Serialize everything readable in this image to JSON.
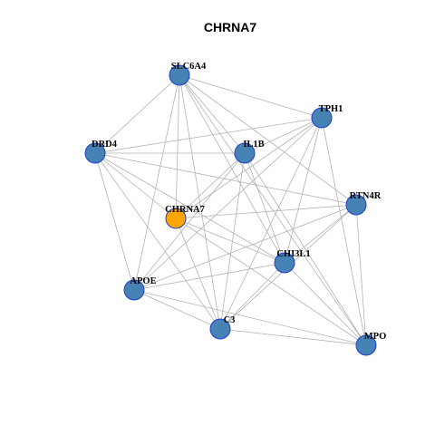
{
  "title": "CHRNA7",
  "colors": {
    "node_default": "#4682b4",
    "node_highlight": "#ffa500",
    "node_border": "#1f3fcc",
    "edge": "#b3b3b3"
  },
  "nodes": [
    {
      "id": "SLC6A4",
      "label": "SLC6A4",
      "highlight": false
    },
    {
      "id": "TPH1",
      "label": "TPH1",
      "highlight": false
    },
    {
      "id": "DRD4",
      "label": "DRD4",
      "highlight": false
    },
    {
      "id": "IL1B",
      "label": "IL1B",
      "highlight": false
    },
    {
      "id": "RTN4R",
      "label": "RTN4R",
      "highlight": false
    },
    {
      "id": "CHRNA7",
      "label": "CHRNA7",
      "highlight": true
    },
    {
      "id": "CHI3L1",
      "label": "CHI3L1",
      "highlight": false
    },
    {
      "id": "APOE",
      "label": "APOE",
      "highlight": false
    },
    {
      "id": "C3",
      "label": "C3",
      "highlight": false
    },
    {
      "id": "MPO",
      "label": "MPO",
      "highlight": false
    }
  ],
  "edges": [
    [
      "SLC6A4",
      "TPH1"
    ],
    [
      "SLC6A4",
      "DRD4"
    ],
    [
      "SLC6A4",
      "IL1B"
    ],
    [
      "SLC6A4",
      "RTN4R"
    ],
    [
      "SLC6A4",
      "CHRNA7"
    ],
    [
      "SLC6A4",
      "CHI3L1"
    ],
    [
      "SLC6A4",
      "APOE"
    ],
    [
      "SLC6A4",
      "C3"
    ],
    [
      "SLC6A4",
      "MPO"
    ],
    [
      "TPH1",
      "DRD4"
    ],
    [
      "TPH1",
      "IL1B"
    ],
    [
      "TPH1",
      "CHRNA7"
    ],
    [
      "TPH1",
      "CHI3L1"
    ],
    [
      "TPH1",
      "APOE"
    ],
    [
      "TPH1",
      "C3"
    ],
    [
      "TPH1",
      "MPO"
    ],
    [
      "DRD4",
      "IL1B"
    ],
    [
      "DRD4",
      "RTN4R"
    ],
    [
      "DRD4",
      "CHRNA7"
    ],
    [
      "DRD4",
      "CHI3L1"
    ],
    [
      "DRD4",
      "APOE"
    ],
    [
      "DRD4",
      "C3"
    ],
    [
      "IL1B",
      "CHRNA7"
    ],
    [
      "IL1B",
      "CHI3L1"
    ],
    [
      "IL1B",
      "APOE"
    ],
    [
      "IL1B",
      "C3"
    ],
    [
      "IL1B",
      "MPO"
    ],
    [
      "RTN4R",
      "CHRNA7"
    ],
    [
      "RTN4R",
      "CHI3L1"
    ],
    [
      "RTN4R",
      "APOE"
    ],
    [
      "RTN4R",
      "C3"
    ],
    [
      "RTN4R",
      "MPO"
    ],
    [
      "CHRNA7",
      "CHI3L1"
    ],
    [
      "CHRNA7",
      "C3"
    ],
    [
      "CHRNA7",
      "MPO"
    ],
    [
      "CHI3L1",
      "APOE"
    ],
    [
      "CHI3L1",
      "C3"
    ],
    [
      "CHI3L1",
      "MPO"
    ],
    [
      "APOE",
      "C3"
    ],
    [
      "APOE",
      "MPO"
    ],
    [
      "C3",
      "MPO"
    ]
  ]
}
